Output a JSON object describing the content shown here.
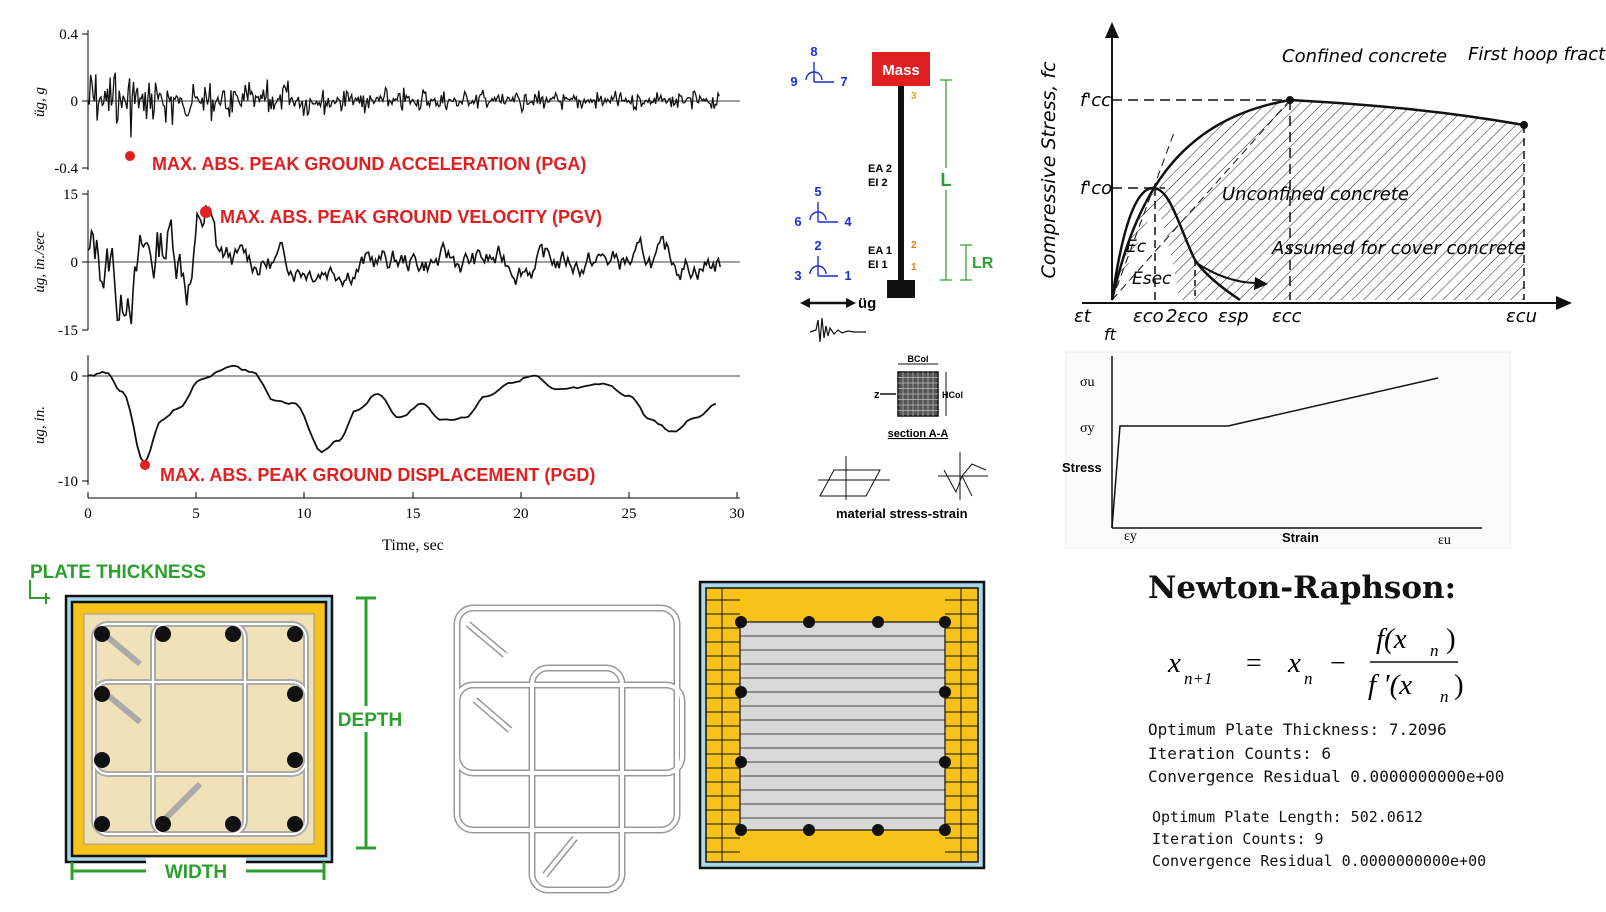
{
  "ground_motion": {
    "acc_ylabel": "üg, g",
    "vel_ylabel": "u̇g, in./sec",
    "disp_ylabel": "ug, in.",
    "xlabel": "Time, sec",
    "acc_ticks": [
      "0.4",
      "0",
      "-0.4"
    ],
    "vel_ticks": [
      "15",
      "0",
      "-15"
    ],
    "disp_ticks": [
      "0",
      "-10"
    ],
    "x_ticks": [
      "0",
      "5",
      "10",
      "15",
      "20",
      "25",
      "30"
    ],
    "pga_label": "MAX. ABS. PEAK GROUND ACCELERATION (PGA)",
    "pgv_label": "MAX. ABS. PEAK GROUND VELOCITY (PGV)",
    "pgd_label": "MAX. ABS. PEAK GROUND DISPLACEMENT (PGD)",
    "marker_color": "#e02020",
    "label_color": "#e02020"
  },
  "column_model": {
    "mass_label": "Mass",
    "mass_color": "#e02020",
    "ea2": "EA 2",
    "ei2": "EI 2",
    "ea1": "EA 1",
    "ei1": "EI 1",
    "node3": "3",
    "node2": "2",
    "node1": "1",
    "length_label": "L",
    "lr_label": "LR",
    "ground_acc_label": "üg",
    "dof_top": [
      "8",
      "9",
      "7"
    ],
    "dof_mid": [
      "5",
      "6",
      "4"
    ],
    "dof_bot": [
      "2",
      "3",
      "1"
    ],
    "section_label": "section A-A",
    "bcol": "BCol",
    "hcol": "HCol",
    "z_label": "z",
    "material_label": "material stress-strain",
    "dof_color": "#1a2fd6",
    "dim_color": "#2ca02c"
  },
  "mander": {
    "ylabel": "Compressive Stress, fc",
    "fcc": "f'cc",
    "fco": "f'co",
    "confined": "Confined concrete",
    "first_hoop": "First hoop fracture",
    "unconfined": "Unconfined concrete",
    "cover": "Assumed for cover concrete",
    "ec": "Ec",
    "esec": "Esec",
    "x_labels": [
      "εt",
      "εco",
      "2εco",
      "εsp",
      "εcc",
      "εcu"
    ],
    "ft": "ft"
  },
  "steel": {
    "sigma_u": "σu",
    "sigma_y": "σy",
    "stress": "Stress",
    "strain": "Strain",
    "eps_y": "εy",
    "eps_u": "εu"
  },
  "section_labels": {
    "plate_thickness": "PLATE THICKNESS",
    "depth": "DEPTH",
    "width": "WIDTH",
    "color": "#2ca02c",
    "plate_color": "#f7c21a",
    "jacket_color": "#a8d8ea",
    "core_color": "#efe2b8"
  },
  "newton": {
    "title": "Newton-Raphson:",
    "x_next": "x",
    "sub_next": "n+1",
    "x_n": "x",
    "sub_n": "n",
    "num": "f(x",
    "den": "f ′(x",
    "close": ")",
    "result1": [
      "Optimum Plate Thickness: 7.2096",
      "Iteration Counts: 6",
      "Convergence Residual 0.0000000000e+00"
    ],
    "result2": [
      "Optimum Plate Length: 502.0612",
      "Iteration Counts: 9",
      "Convergence Residual 0.0000000000e+00"
    ]
  }
}
